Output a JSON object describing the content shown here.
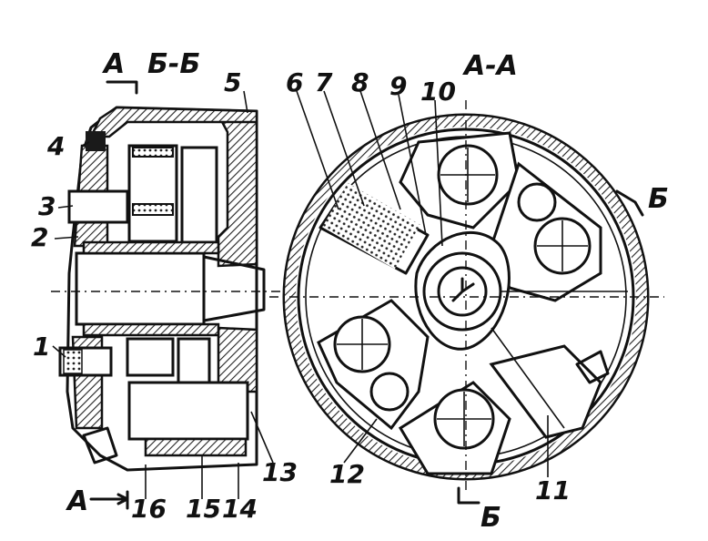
{
  "section_labels": {
    "bb": "Б-Б",
    "aa": "А-А",
    "a_top": "А",
    "a_bottom": "А",
    "b_right": "Б",
    "b_bottom": "Б"
  },
  "callouts": {
    "n1": "1",
    "n2": "2",
    "n3": "3",
    "n4": "4",
    "n5": "5",
    "n6": "6",
    "n7": "7",
    "n8": "8",
    "n9": "9",
    "n10": "10",
    "n11": "11",
    "n12": "12",
    "n13": "13",
    "n14": "14",
    "n15": "15",
    "n16": "16"
  }
}
